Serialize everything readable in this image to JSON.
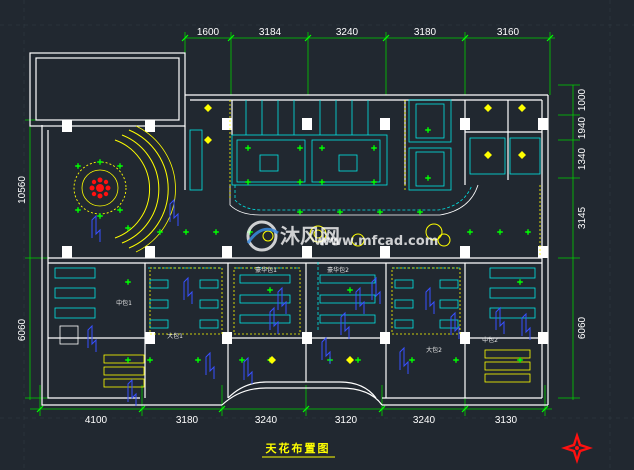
{
  "drawing_title": "天花布置图",
  "dimensions": {
    "top": [
      "1600",
      "3184",
      "3240",
      "3180",
      "3160"
    ],
    "bottom": [
      "4100",
      "3180",
      "3240",
      "3120",
      "3240",
      "3130"
    ],
    "left": [
      "10560",
      "6060"
    ],
    "right": [
      "1000",
      "1940",
      "1340",
      "3145",
      "6060"
    ]
  },
  "rooms": [
    "中包1",
    "大包1",
    "豪华包1",
    "豪华包2",
    "大包2",
    "中包2"
  ],
  "watermark": {
    "brand": "沐风网",
    "url": "www.mfcad.com"
  },
  "colors": {
    "background": "#212830",
    "wall": "#ffffff",
    "dimension": "#00d000",
    "ceiling_cyan": "#00e5e5",
    "fixture_yellow": "#ffff00",
    "downlight_green": "#00ff00",
    "ac_blue": "#3850ff",
    "accent_red": "#ff1010"
  },
  "icons": {
    "compass": "compass-rose-icon"
  }
}
